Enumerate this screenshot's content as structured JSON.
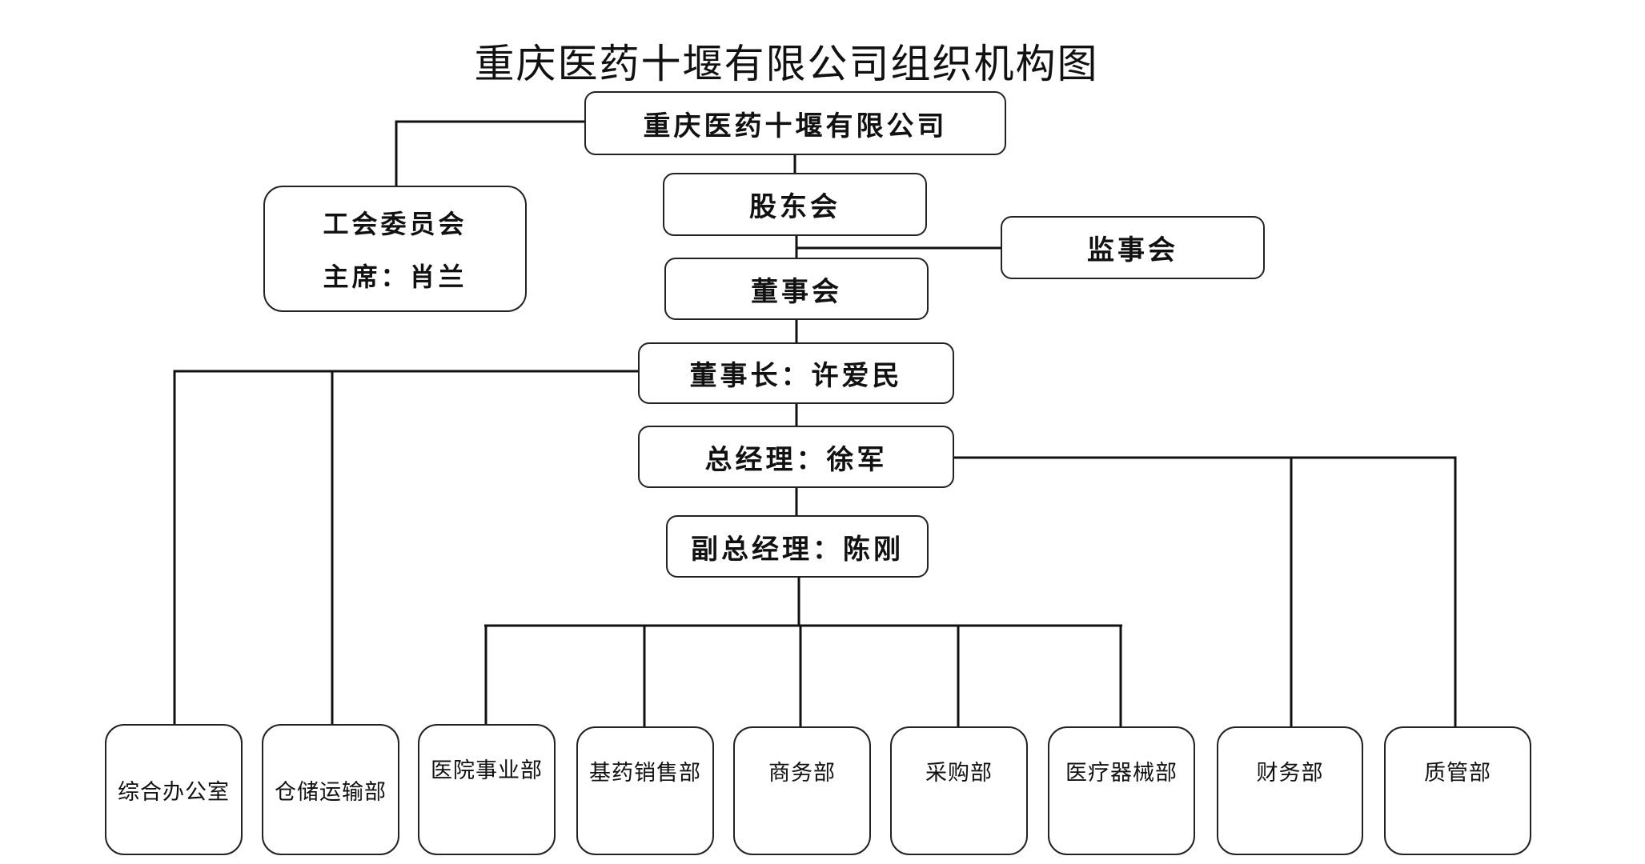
{
  "title": "重庆医药十堰有限公司组织机构图",
  "nodes": {
    "company": "重庆医药十堰有限公司",
    "union": "工会委员会",
    "union_chair": "主席：肖兰",
    "shareholders": "股东会",
    "supervisors": "监事会",
    "board": "董事会",
    "chairman": "董事长：许爱民",
    "gm": "总经理：徐军",
    "deputy_gm": "副总经理：陈刚"
  },
  "departments": [
    "综合办公室",
    "仓储运输部",
    "医院事业部",
    "基药销售部",
    "商务部",
    "采购部",
    "医疗器械部",
    "财务部",
    "质管部"
  ]
}
